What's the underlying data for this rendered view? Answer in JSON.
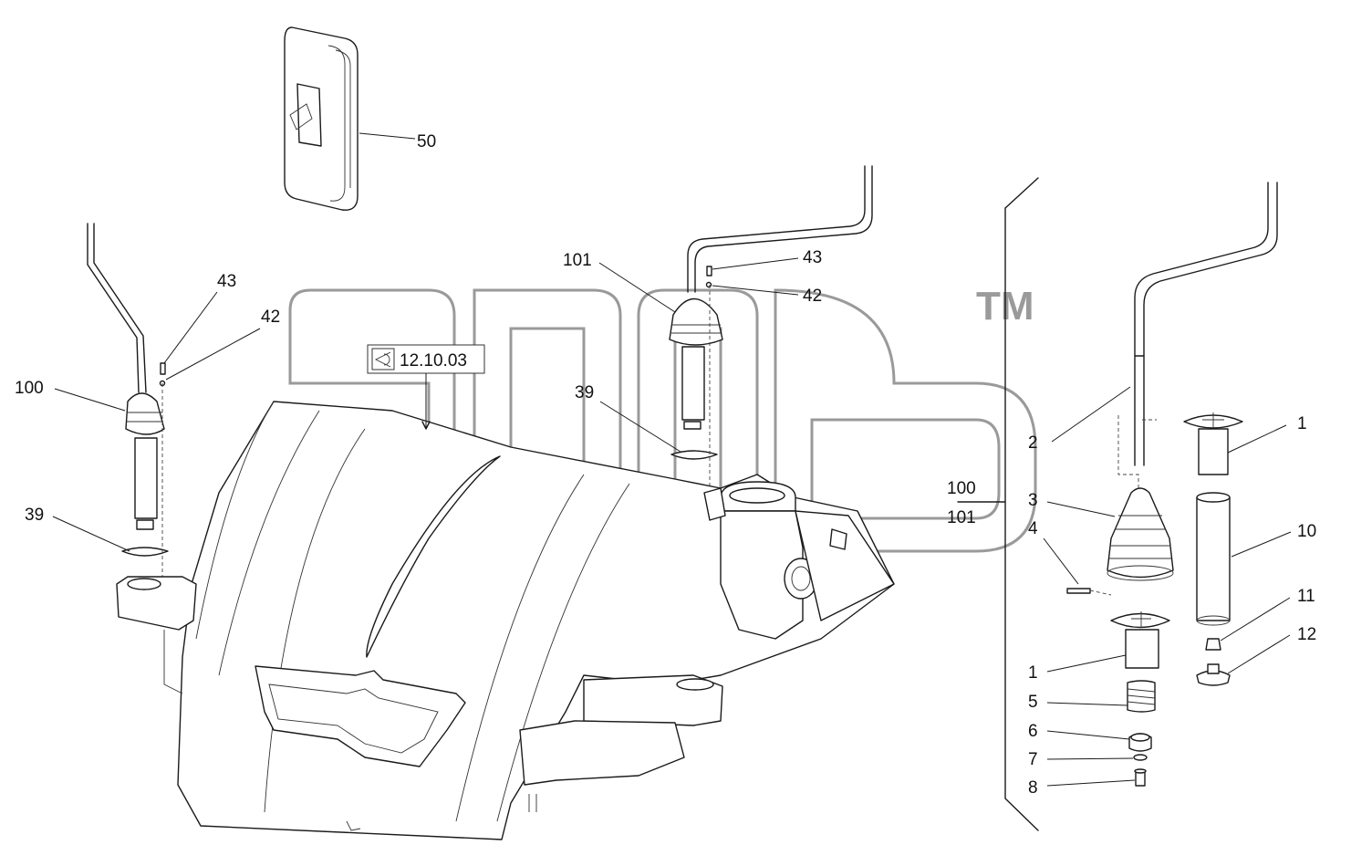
{
  "watermark": {
    "tm": "TM"
  },
  "reference": {
    "text": "12.10.03"
  },
  "labels": {
    "p50": "50",
    "p43_left": "43",
    "p42_left": "42",
    "p100_left": "100",
    "p39_left": "39",
    "p101_mid": "101",
    "p43_mid": "43",
    "p42_mid": "42",
    "p39_mid": "39",
    "p100_right": "100",
    "p101_right": "101",
    "p2": "2",
    "p3": "3",
    "p4": "4",
    "p1_lower": "1",
    "p5": "5",
    "p6": "6",
    "p7": "7",
    "p8": "8",
    "p1_upper": "1",
    "p10": "10",
    "p11": "11",
    "p12": "12"
  }
}
